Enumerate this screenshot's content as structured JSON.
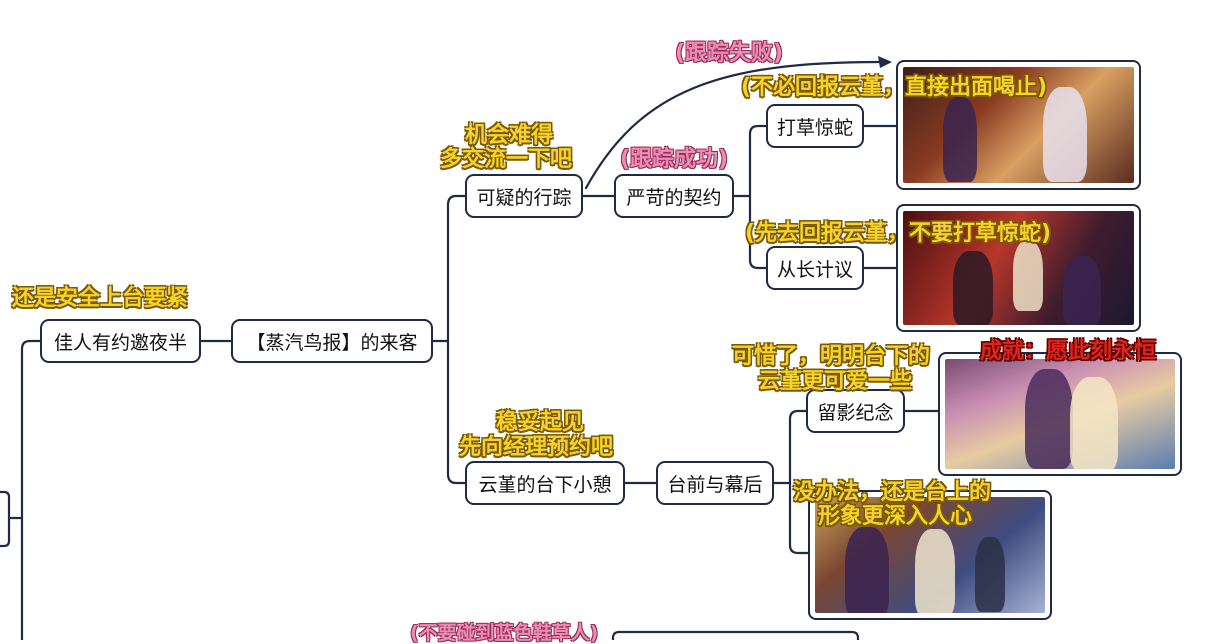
{
  "nodes": {
    "n_jiaren": "佳人有约邀夜半",
    "n_laike": "【蒸汽鸟报】的来客",
    "n_keyi": "可疑的行踪",
    "n_yanke": "严苛的契约",
    "n_dacao": "打草惊蛇",
    "n_congchang": "从长计议",
    "n_taixia": "云堇的台下小憩",
    "n_taiqian": "台前与幕后",
    "n_liuying": "留影纪念"
  },
  "notes": {
    "safe": "还是安全上台要紧",
    "chance_1": "机会难得",
    "chance_2": "多交流一下吧",
    "track_fail": "(跟踪失败)",
    "track_success": "(跟踪成功)",
    "no_report": "(不必回报云堇，直接出面喝止)",
    "report_first": "(先去回报云堇，不要打草惊蛇)",
    "stable_1": "稳妥起见",
    "stable_2": "先向经理预约吧",
    "pity_1": "可惜了，明明台下的",
    "pity_2": "云堇更可爱一些",
    "achievement": "成就：愿此刻永恒",
    "noway_1": "没办法，还是台上的",
    "noway_2": "形象更深入人心",
    "bottom_cut": "(不要碰到蓝色鞋草人)"
  },
  "images": {
    "img1": "game-screenshot",
    "img2": "game-screenshot",
    "img3": "game-screenshot",
    "img4": "game-screenshot"
  },
  "colors": {
    "yellow_note": "#f6d22a",
    "pink_note": "#ea8fb2",
    "red_note": "#e0241d",
    "line": "#1f2a44"
  }
}
